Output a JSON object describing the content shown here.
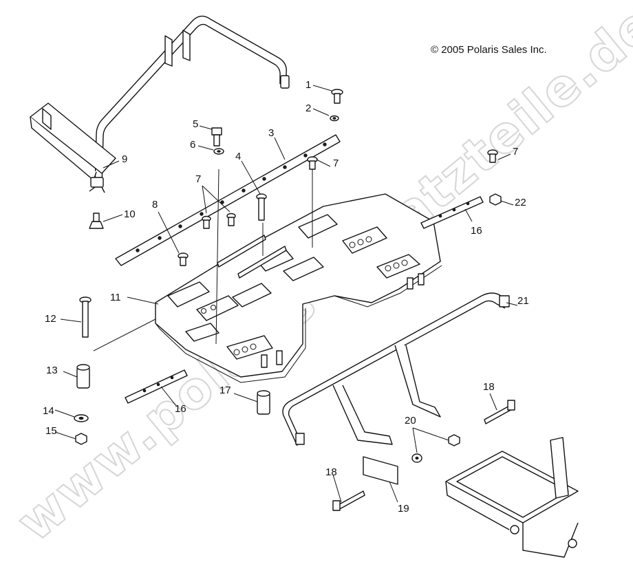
{
  "copyright": "© 2005 Polaris Sales Inc.",
  "watermark": "www.polaris-ersatzteile.de",
  "callouts": [
    {
      "id": "c1",
      "label": "1"
    },
    {
      "id": "c2",
      "label": "2"
    },
    {
      "id": "c3",
      "label": "3"
    },
    {
      "id": "c4",
      "label": "4"
    },
    {
      "id": "c5",
      "label": "5"
    },
    {
      "id": "c6",
      "label": "6"
    },
    {
      "id": "c7a",
      "label": "7"
    },
    {
      "id": "c7b",
      "label": "7"
    },
    {
      "id": "c7c",
      "label": "7"
    },
    {
      "id": "c8",
      "label": "8"
    },
    {
      "id": "c9",
      "label": "9"
    },
    {
      "id": "c10",
      "label": "10"
    },
    {
      "id": "c11",
      "label": "11"
    },
    {
      "id": "c12",
      "label": "12"
    },
    {
      "id": "c13",
      "label": "13"
    },
    {
      "id": "c14",
      "label": "14"
    },
    {
      "id": "c15",
      "label": "15"
    },
    {
      "id": "c16a",
      "label": "16"
    },
    {
      "id": "c16b",
      "label": "16"
    },
    {
      "id": "c17",
      "label": "17"
    },
    {
      "id": "c18a",
      "label": "18"
    },
    {
      "id": "c18b",
      "label": "18"
    },
    {
      "id": "c19",
      "label": "19"
    },
    {
      "id": "c20",
      "label": "20"
    },
    {
      "id": "c21",
      "label": "21"
    },
    {
      "id": "c22",
      "label": "22"
    }
  ]
}
